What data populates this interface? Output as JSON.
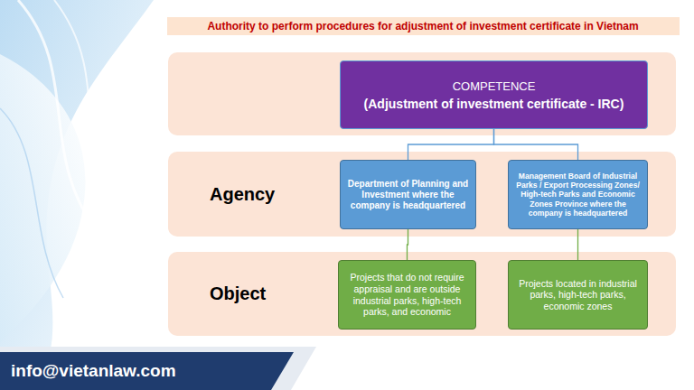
{
  "diagram": {
    "title": "Authority to perform procedures for adjustment of investment certificate in Vietnam",
    "nodes": [
      {
        "text": [
          "COMPETENCE",
          "(Adjustment of investment certificate - IRC)"
        ]
      },
      {
        "text": [
          "Agency"
        ]
      },
      {
        "text": [
          "Department of Planning and Investment where the company is headquartered"
        ],
        "in": 1
      },
      {
        "text": [
          "Management Board of Industrial Parks / Export Processing Zones/ High-tech Parks and Economic Zones Province where the company is headquartered"
        ],
        "in": 1
      },
      {
        "text": [
          "Object"
        ]
      },
      {
        "text": [
          "Projects that do not require appraisal and are outside industrial parks, high-tech parks, and economic"
        ],
        "in": 4
      },
      {
        "text": [
          "Projects located in industrial parks, high-tech parks, economic zones"
        ],
        "in": 4
      },
      {
        "text": [
          "info@vietanlaw.com"
        ]
      }
    ],
    "edges": [
      {
        "from": 0,
        "to": 2,
        "arrow": "none"
      },
      {
        "from": 0,
        "to": 3,
        "arrow": "none"
      },
      {
        "from": 2,
        "to": 5,
        "arrow": "none"
      },
      {
        "from": 3,
        "to": 6,
        "arrow": "none"
      }
    ]
  }
}
